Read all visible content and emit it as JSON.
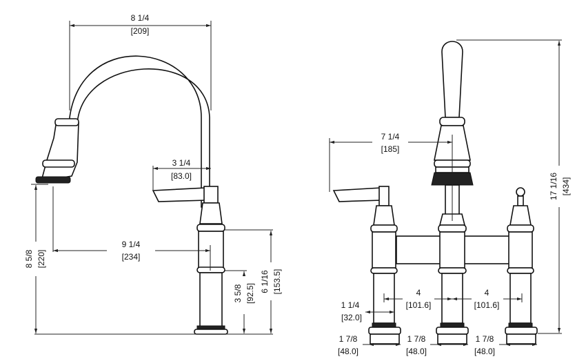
{
  "side_view": {
    "reach_width": {
      "imperial": "8 1/4",
      "metric": "[209]"
    },
    "handle_reach": {
      "imperial": "3 1/4",
      "metric": "[83.0]"
    },
    "spout_reach": {
      "imperial": "9 1/4",
      "metric": "[234]"
    },
    "spout_height": {
      "imperial": "8 5/8",
      "metric": "[220]"
    },
    "body_height": {
      "imperial": "6 1/16",
      "metric": "[153.5]"
    },
    "base_height": {
      "imperial": "3 5/8",
      "metric": "[92.5]"
    }
  },
  "front_view": {
    "handle_span": {
      "imperial": "7 1/4",
      "metric": "[185]"
    },
    "overall_height": {
      "imperial": "17 1/16",
      "metric": "[434]"
    },
    "center_left": {
      "imperial": "4",
      "metric": "[101.6]"
    },
    "center_right": {
      "imperial": "4",
      "metric": "[101.6]"
    },
    "column_diameter": {
      "imperial": "1 1/4",
      "metric": "[32.0]"
    },
    "base_left": {
      "imperial": "1 7/8",
      "metric": "[48.0]"
    },
    "base_middle": {
      "imperial": "1 7/8",
      "metric": "[48.0]"
    },
    "base_right": {
      "imperial": "1 7/8",
      "metric": "[48.0]"
    }
  }
}
